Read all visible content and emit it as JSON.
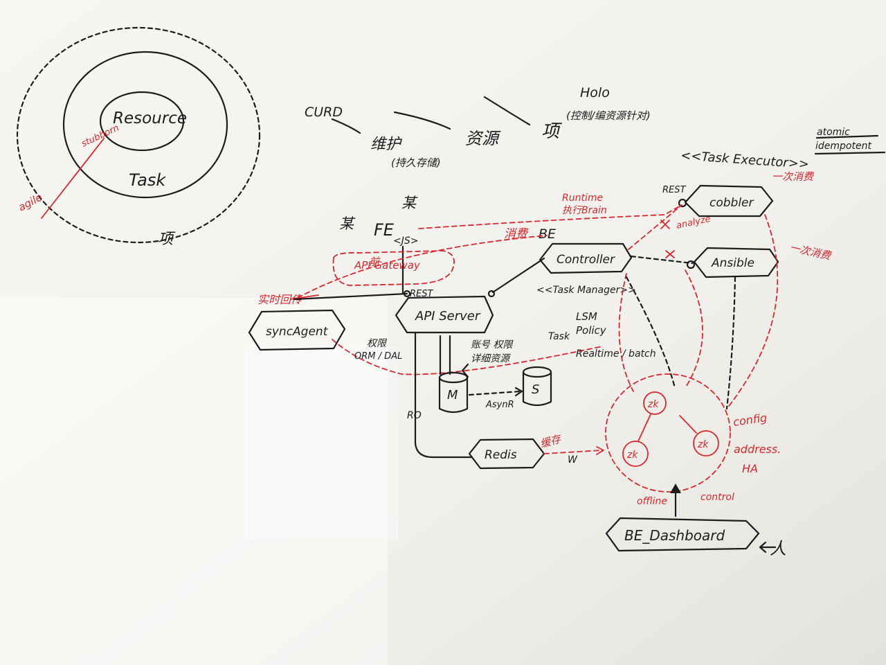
{
  "onion": {
    "inner": "Resource",
    "middle": "Task",
    "outer": "项",
    "ray_labels": [
      "stubborn",
      "agile"
    ]
  },
  "top": {
    "crud": "CURD",
    "holo": "Holo",
    "word1": "维护",
    "word1_sub": "(持久存储)",
    "word2": "资源",
    "word3": "项",
    "word3_sub": "(控制/编资源针对)"
  },
  "annotations": {
    "atomic": "atomic",
    "idempotent": "idempotent",
    "task_executor": "<<Task Executor>>",
    "consume_1": "一次消费",
    "consume_2": "一次消费",
    "runtime": "Runtime",
    "runtime_sub": "执行Brain",
    "analyze": "analyze",
    "rest_top": "REST",
    "rest_api": "REST",
    "consume_be": "消费",
    "be": "BE",
    "fe": "FE",
    "fe_js": "<JS>",
    "api_gateway": "API Gateway",
    "gateway_prefix": "前",
    "fe_chars": [
      "某",
      "某"
    ],
    "realtime_push": "实时回传",
    "task_manager": "<<Task Manager>>",
    "lsm": "LSM",
    "task": "Task",
    "policy": "Policy",
    "realtime_batch": "Realtime / batch",
    "perm": "权限",
    "orm_dal": "ORM / DAL",
    "perm2": "账号 权限",
    "resources": "详细资源",
    "async": "AsynR",
    "ro": "RO",
    "w": "W",
    "cache": "缓存",
    "config": "config",
    "address": "address.",
    "ha": "HA",
    "offline": "offline",
    "control": "control",
    "actor": "人"
  },
  "nodes": {
    "cobbler": "cobbler",
    "ansible": "Ansible",
    "controller": "Controller",
    "api_server": "API Server",
    "syncagent": "syncAgent",
    "redis": "Redis",
    "dashboard": "BE_Dashboard",
    "db_master": "M",
    "db_slave": "S",
    "zk": [
      "zk",
      "zk",
      "zk"
    ]
  },
  "colors": {
    "black_ink": "#1c1c1c",
    "red_ink": "#d8282c",
    "paper": "#f4f3ef"
  }
}
